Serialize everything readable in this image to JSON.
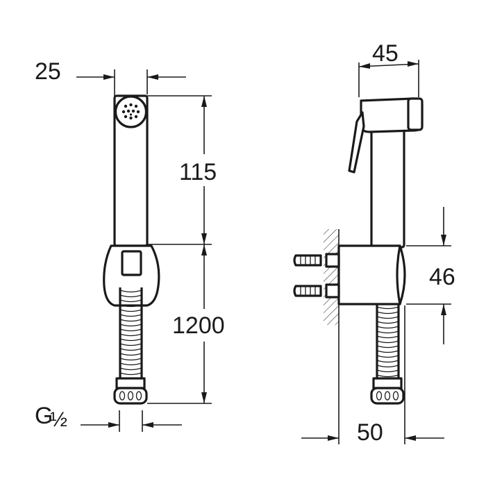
{
  "front_view": {
    "dim_top_width": "25",
    "dim_head_height": "115",
    "dim_hose_length": "1200",
    "dim_thread_num": "G",
    "dim_thread_frac": "½"
  },
  "side_view": {
    "dim_head_length": "45",
    "dim_holder_height": "46",
    "dim_projection": "50"
  }
}
